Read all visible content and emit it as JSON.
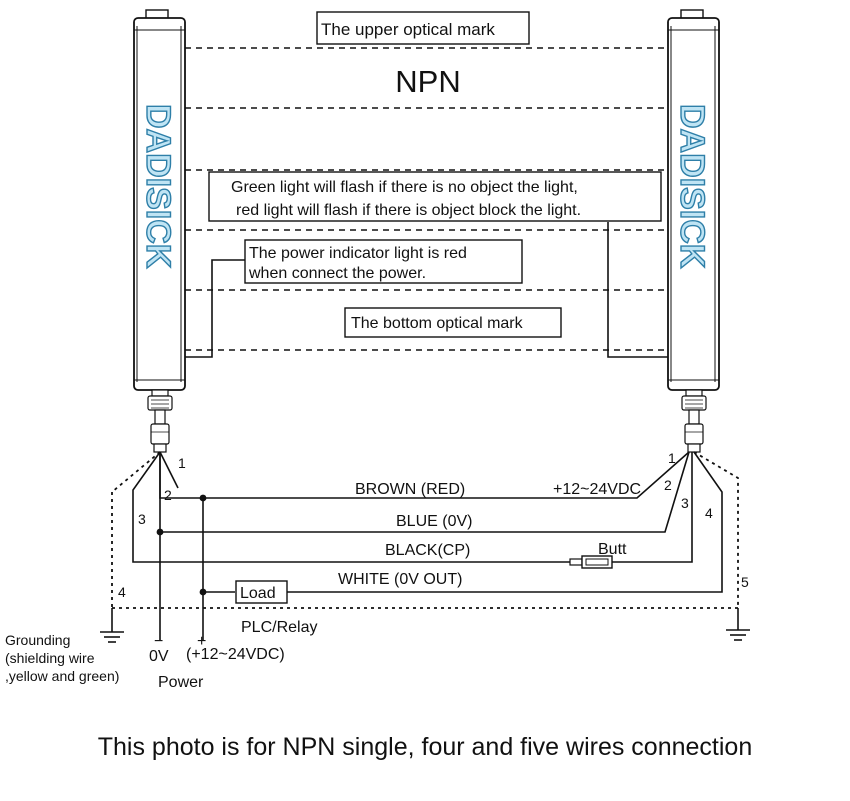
{
  "brand": {
    "left": "DADISICK",
    "right": "DADISICK"
  },
  "mode": "NPN",
  "notes": {
    "upper_mark": "The upper optical mark",
    "flash_line1": "Green light will flash if there is no object the light,",
    "flash_line2": "red light will flash if there is object block the light.",
    "power_line1": "The power indicator light is red",
    "power_line2": "when connect the power.",
    "bottom_mark": "The bottom optical mark"
  },
  "wires": {
    "brown": "BROWN  (RED)",
    "blue": "BLUE (0V)",
    "black": "BLACK(CP)",
    "white": "WHITE (0V  OUT)",
    "supply": "+12~24VDC",
    "butt": "Butt",
    "load": "Load",
    "plc": "PLC/Relay"
  },
  "pins": {
    "left": [
      "1",
      "2",
      "3",
      "4"
    ],
    "right": [
      "1",
      "2",
      "3",
      "4",
      "5"
    ]
  },
  "power": {
    "ground_line1": "Grounding",
    "ground_line2": "(shielding wire",
    "ground_line3": ",yellow and green)",
    "minus_sign": "−",
    "plus_sign": "+",
    "zero_v": "0V",
    "supply": "(+12~24VDC)",
    "label": "Power"
  },
  "caption": "This photo is for NPN single, four and five wires connection"
}
